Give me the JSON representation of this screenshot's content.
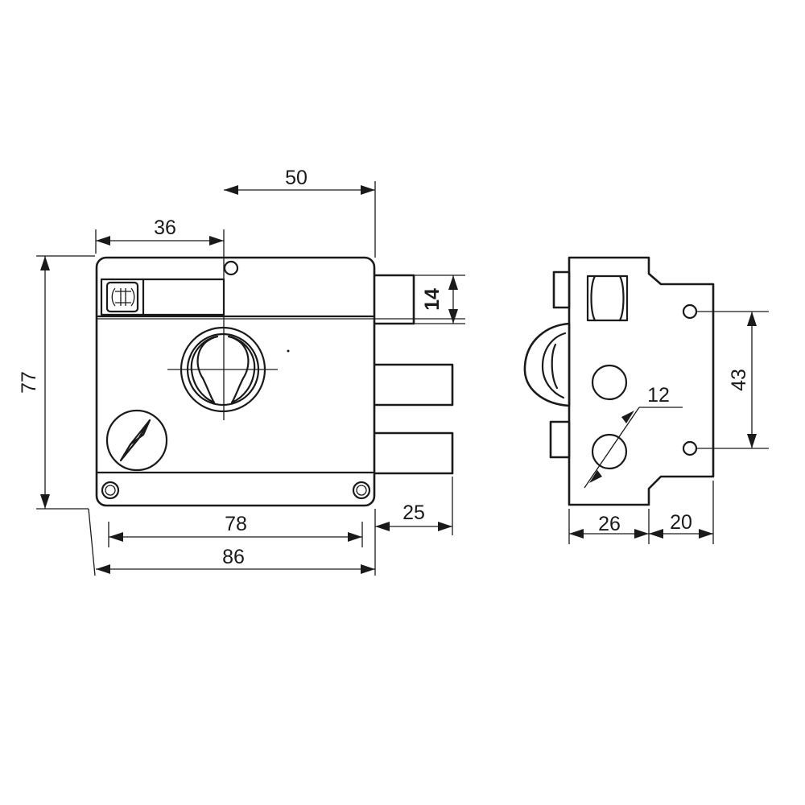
{
  "drawing": {
    "dimensions": {
      "width_86": "86",
      "inner_78": "78",
      "bolt_projection_25": "25",
      "height_77": "77",
      "backset_36": "36",
      "to_bolt_50": "50",
      "bolt_height_14": "14",
      "side_depth_26": "26",
      "side_flange_20": "20",
      "hole_spacing_43": "43",
      "cylinder_diameter_12": "12"
    }
  }
}
